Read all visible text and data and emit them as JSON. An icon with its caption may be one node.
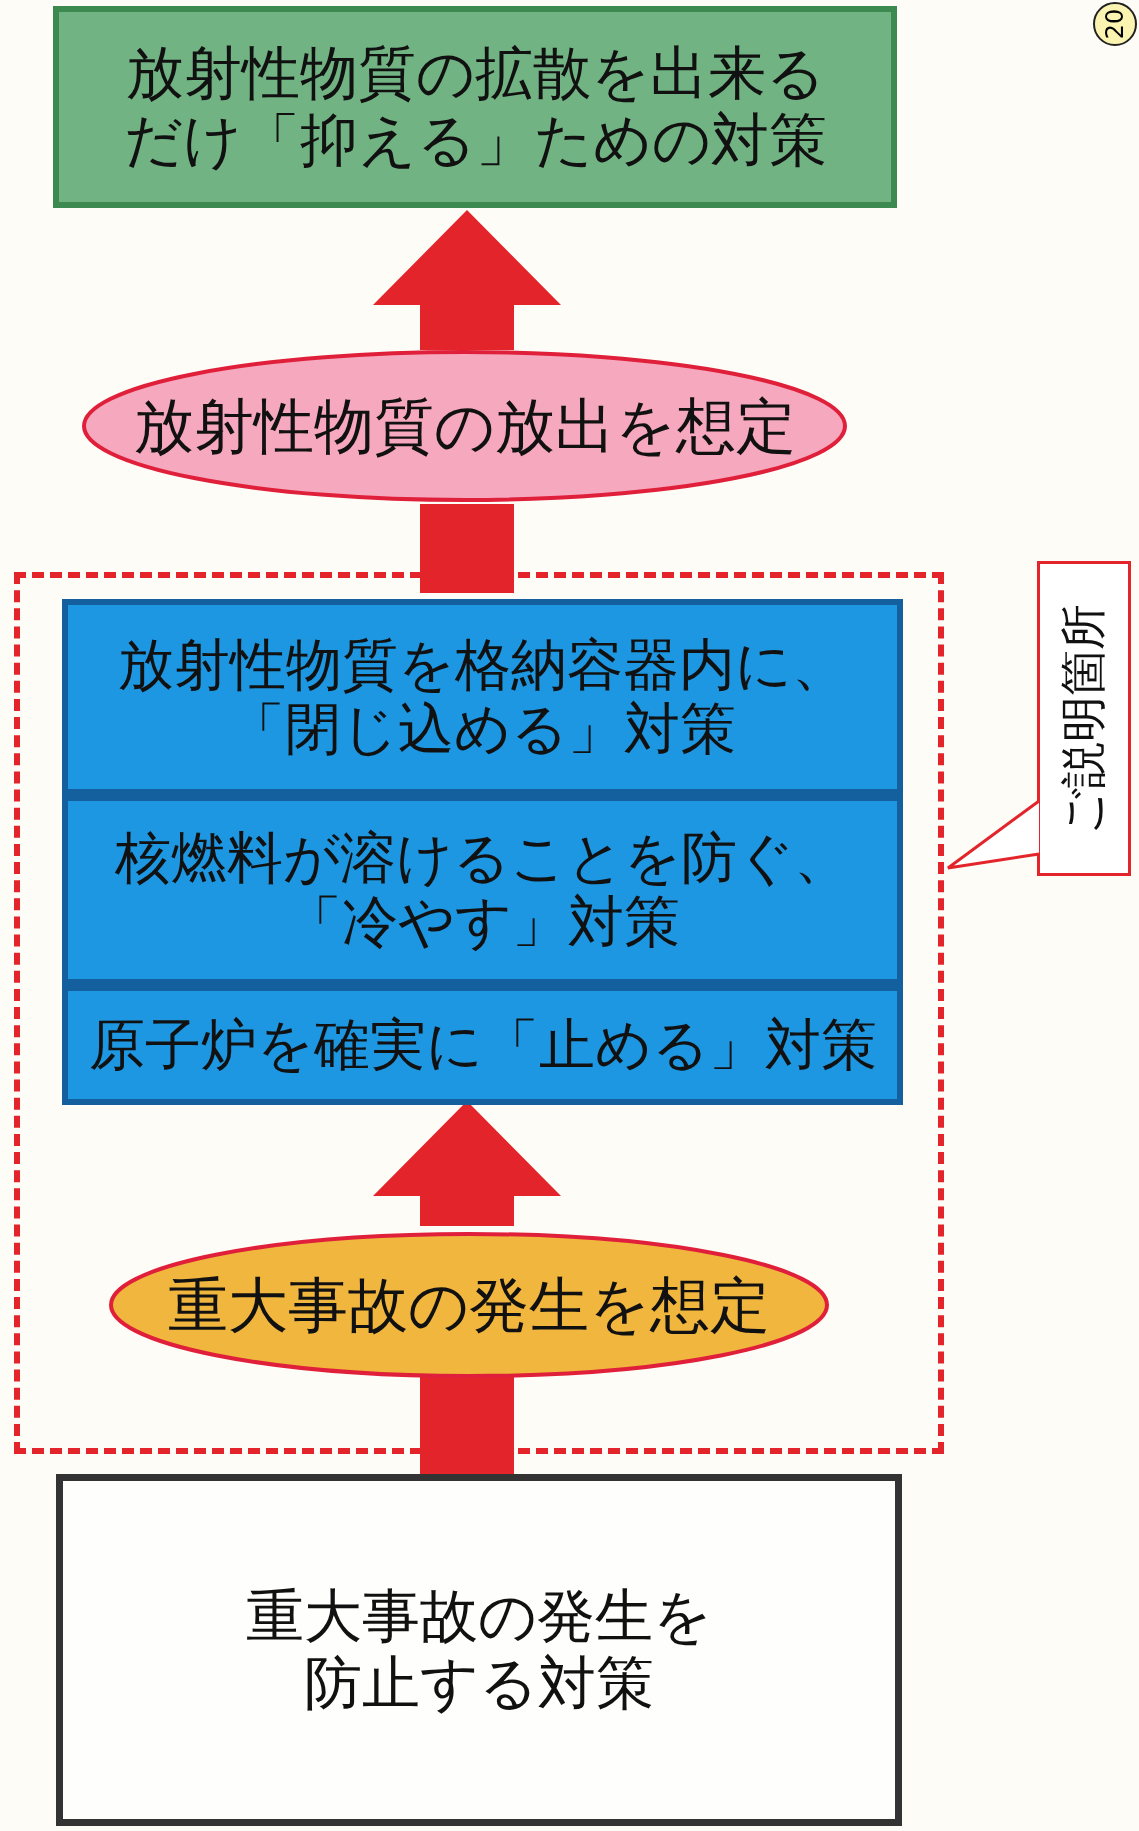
{
  "diagram": {
    "nodes": [
      {
        "text": [
          "放射性物質の拡散を出来るだけ「抑える」ための対策"
        ]
      },
      {
        "text": [
          "放射性物質の放出を想定"
        ]
      },
      {
        "text": [],
        "shape": "box"
      },
      {
        "text": [
          "放射性物質を格納容器内に、「閉じ込める」対策"
        ],
        "in": 2
      },
      {
        "text": [
          "核燃料が溶けることを防ぐ、「冷やす」対策"
        ],
        "in": 2
      },
      {
        "text": [
          "原子炉を確実に「止める」対策"
        ],
        "in": 2
      },
      {
        "text": [
          "重大事故の発生を想定"
        ],
        "in": 2
      },
      {
        "text": [
          "重大事故の発生を防止する対策"
        ]
      },
      {
        "text": [
          "ご説明箇所"
        ]
      }
    ],
    "edges": [
      {
        "from": 7,
        "to": 6,
        "arrow": "none",
        "style": "thick"
      },
      {
        "from": 6,
        "to": 5,
        "arrow": "to",
        "style": "thick"
      },
      {
        "from": 3,
        "to": 1,
        "arrow": "none",
        "style": "thick"
      },
      {
        "from": 1,
        "to": 0,
        "arrow": "to",
        "style": "thick"
      },
      {
        "from": 8,
        "to": 2,
        "arrow": "to"
      }
    ],
    "labels": [
      "20"
    ]
  }
}
